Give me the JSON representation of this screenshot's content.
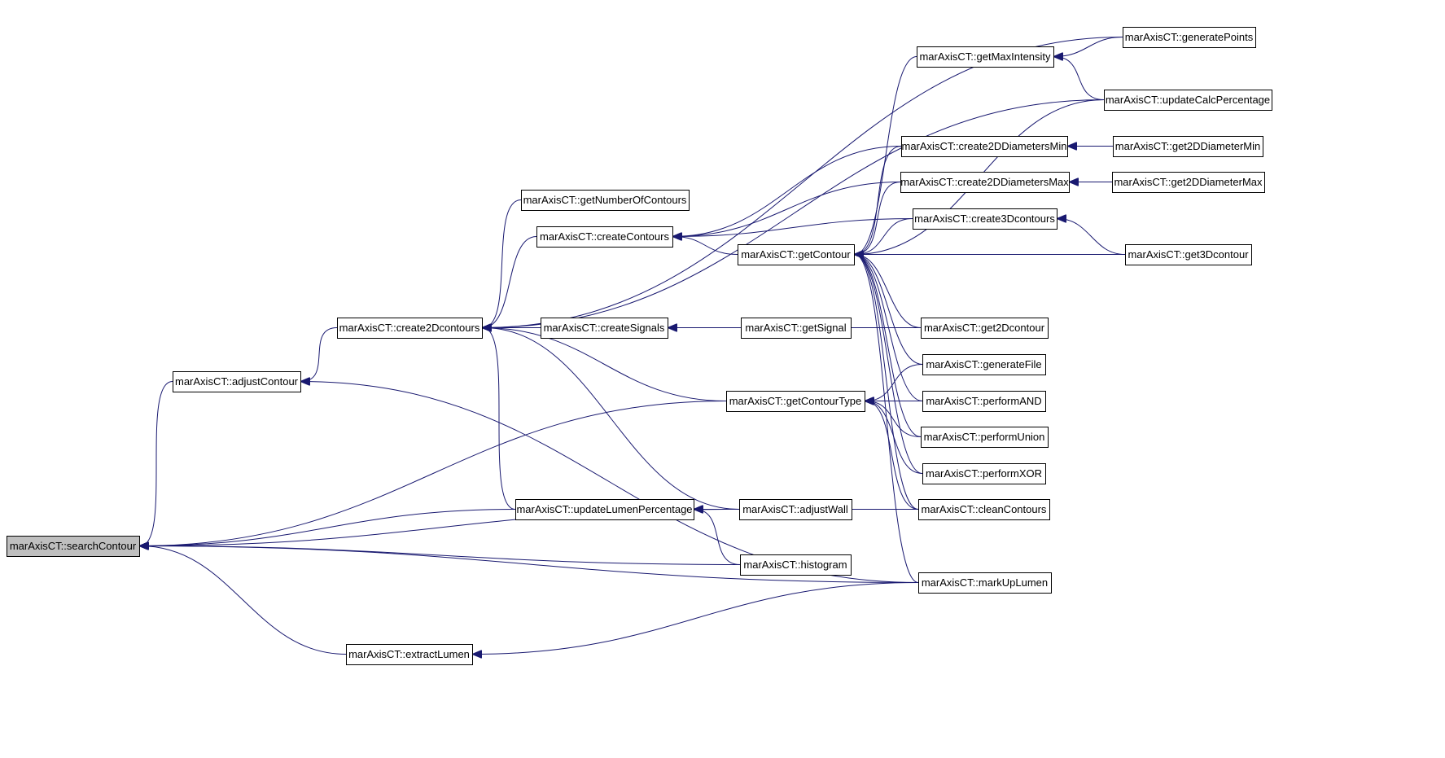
{
  "diagram": {
    "type": "call-graph",
    "colors": {
      "edge": "#191970",
      "node_border": "#000000",
      "node_fill": "#ffffff",
      "root_fill": "#bfbfbf"
    },
    "nodes": [
      {
        "id": "searchContour",
        "label": "marAxisCT::searchContour",
        "root": true
      },
      {
        "id": "adjustContour",
        "label": "marAxisCT::adjustContour"
      },
      {
        "id": "extractLumen",
        "label": "marAxisCT::extractLumen"
      },
      {
        "id": "create2Dcontours",
        "label": "marAxisCT::create2Dcontours"
      },
      {
        "id": "getNumberOfContours",
        "label": "marAxisCT::getNumberOfContours"
      },
      {
        "id": "createContours",
        "label": "marAxisCT::createContours"
      },
      {
        "id": "createSignals",
        "label": "marAxisCT::createSignals"
      },
      {
        "id": "updateLumenPercentage",
        "label": "marAxisCT::updateLumenPercentage"
      },
      {
        "id": "getContour",
        "label": "marAxisCT::getContour"
      },
      {
        "id": "getSignal",
        "label": "marAxisCT::getSignal"
      },
      {
        "id": "getContourType",
        "label": "marAxisCT::getContourType"
      },
      {
        "id": "adjustWall",
        "label": "marAxisCT::adjustWall"
      },
      {
        "id": "histogram",
        "label": "marAxisCT::histogram"
      },
      {
        "id": "getMaxIntensity",
        "label": "marAxisCT::getMaxIntensity"
      },
      {
        "id": "create2DDiametersMin",
        "label": "marAxisCT::create2DDiametersMin"
      },
      {
        "id": "create2DDiametersMax",
        "label": "marAxisCT::create2DDiametersMax"
      },
      {
        "id": "create3Dcontours",
        "label": "marAxisCT::create3Dcontours"
      },
      {
        "id": "get2Dcontour",
        "label": "marAxisCT::get2Dcontour"
      },
      {
        "id": "generateFile",
        "label": "marAxisCT::generateFile"
      },
      {
        "id": "performAND",
        "label": "marAxisCT::performAND"
      },
      {
        "id": "performUnion",
        "label": "marAxisCT::performUnion"
      },
      {
        "id": "performXOR",
        "label": "marAxisCT::performXOR"
      },
      {
        "id": "cleanContours",
        "label": "marAxisCT::cleanContours"
      },
      {
        "id": "markUpLumen",
        "label": "marAxisCT::markUpLumen"
      },
      {
        "id": "generatePoints",
        "label": "marAxisCT::generatePoints"
      },
      {
        "id": "updateCalcPercentage",
        "label": "marAxisCT::updateCalcPercentage"
      },
      {
        "id": "get2DDiameterMin",
        "label": "marAxisCT::get2DDiameterMin"
      },
      {
        "id": "get2DDiameterMax",
        "label": "marAxisCT::get2DDiameterMax"
      },
      {
        "id": "get3Dcontour",
        "label": "marAxisCT::get3Dcontour"
      }
    ],
    "edges": [
      {
        "from": "adjustContour",
        "to": "searchContour"
      },
      {
        "from": "extractLumen",
        "to": "searchContour"
      },
      {
        "from": "getContourType",
        "to": "searchContour"
      },
      {
        "from": "updateLumenPercentage",
        "to": "searchContour"
      },
      {
        "from": "adjustWall",
        "to": "searchContour"
      },
      {
        "from": "histogram",
        "to": "searchContour"
      },
      {
        "from": "markUpLumen",
        "to": "searchContour"
      },
      {
        "from": "create2Dcontours",
        "to": "adjustContour"
      },
      {
        "from": "markUpLumen",
        "to": "adjustContour"
      },
      {
        "from": "markUpLumen",
        "to": "extractLumen"
      },
      {
        "from": "createContours",
        "to": "create2Dcontours"
      },
      {
        "from": "getNumberOfContours",
        "to": "create2Dcontours"
      },
      {
        "from": "createSignals",
        "to": "create2Dcontours"
      },
      {
        "from": "updateLumenPercentage",
        "to": "create2Dcontours"
      },
      {
        "from": "getContourType",
        "to": "create2Dcontours"
      },
      {
        "from": "adjustWall",
        "to": "create2Dcontours"
      },
      {
        "from": "generatePoints",
        "to": "create2Dcontours"
      },
      {
        "from": "updateCalcPercentage",
        "to": "create2Dcontours"
      },
      {
        "from": "get2Dcontour",
        "to": "create2Dcontours"
      },
      {
        "from": "getSignal",
        "to": "createSignals"
      },
      {
        "from": "getContour",
        "to": "createContours"
      },
      {
        "from": "create2DDiametersMin",
        "to": "createContours"
      },
      {
        "from": "create2DDiametersMax",
        "to": "createContours"
      },
      {
        "from": "create3Dcontours",
        "to": "createContours"
      },
      {
        "from": "adjustWall",
        "to": "updateLumenPercentage"
      },
      {
        "from": "histogram",
        "to": "updateLumenPercentage"
      },
      {
        "from": "cleanContours",
        "to": "updateLumenPercentage"
      },
      {
        "from": "create2DDiametersMin",
        "to": "getContour"
      },
      {
        "from": "create2DDiametersMax",
        "to": "getContour"
      },
      {
        "from": "create3Dcontours",
        "to": "getContour"
      },
      {
        "from": "get3Dcontour",
        "to": "getContour"
      },
      {
        "from": "updateCalcPercentage",
        "to": "getContour"
      },
      {
        "from": "get2Dcontour",
        "to": "getContour"
      },
      {
        "from": "generateFile",
        "to": "getContour"
      },
      {
        "from": "performAND",
        "to": "getContour"
      },
      {
        "from": "performUnion",
        "to": "getContour"
      },
      {
        "from": "performXOR",
        "to": "getContour"
      },
      {
        "from": "cleanContours",
        "to": "getContour"
      },
      {
        "from": "markUpLumen",
        "to": "getContour"
      },
      {
        "from": "getMaxIntensity",
        "to": "getContour"
      },
      {
        "from": "generateFile",
        "to": "getContourType"
      },
      {
        "from": "performAND",
        "to": "getContourType"
      },
      {
        "from": "performUnion",
        "to": "getContourType"
      },
      {
        "from": "performXOR",
        "to": "getContourType"
      },
      {
        "from": "cleanContours",
        "to": "getContourType"
      },
      {
        "from": "generatePoints",
        "to": "getMaxIntensity"
      },
      {
        "from": "updateCalcPercentage",
        "to": "getMaxIntensity"
      },
      {
        "from": "get2DDiameterMin",
        "to": "create2DDiametersMin"
      },
      {
        "from": "get2DDiameterMax",
        "to": "create2DDiametersMax"
      },
      {
        "from": "get3Dcontour",
        "to": "create3Dcontours"
      }
    ]
  }
}
